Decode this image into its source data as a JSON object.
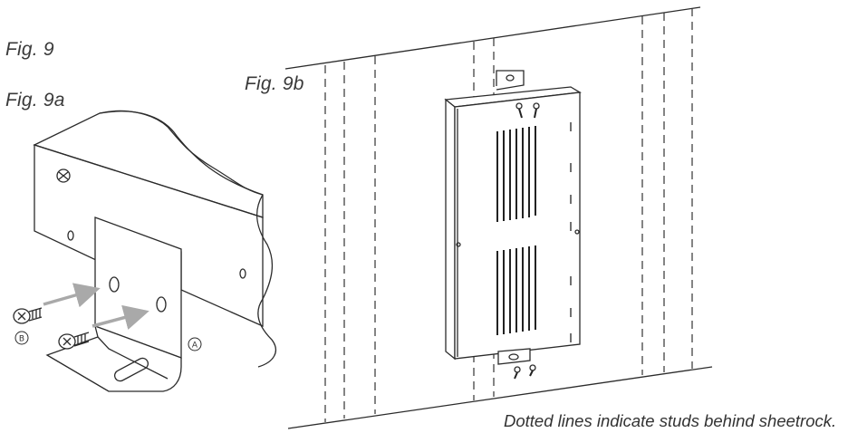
{
  "figure_labels": {
    "fig9": "Fig. 9",
    "fig9a": "Fig. 9a",
    "fig9b": "Fig. 9b"
  },
  "callouts": {
    "a": "A",
    "b": "B"
  },
  "caption": "Dotted lines indicate studs behind sheetrock.",
  "colors": {
    "line": "#2b2b2b",
    "arrow": "#a9a9a9"
  }
}
